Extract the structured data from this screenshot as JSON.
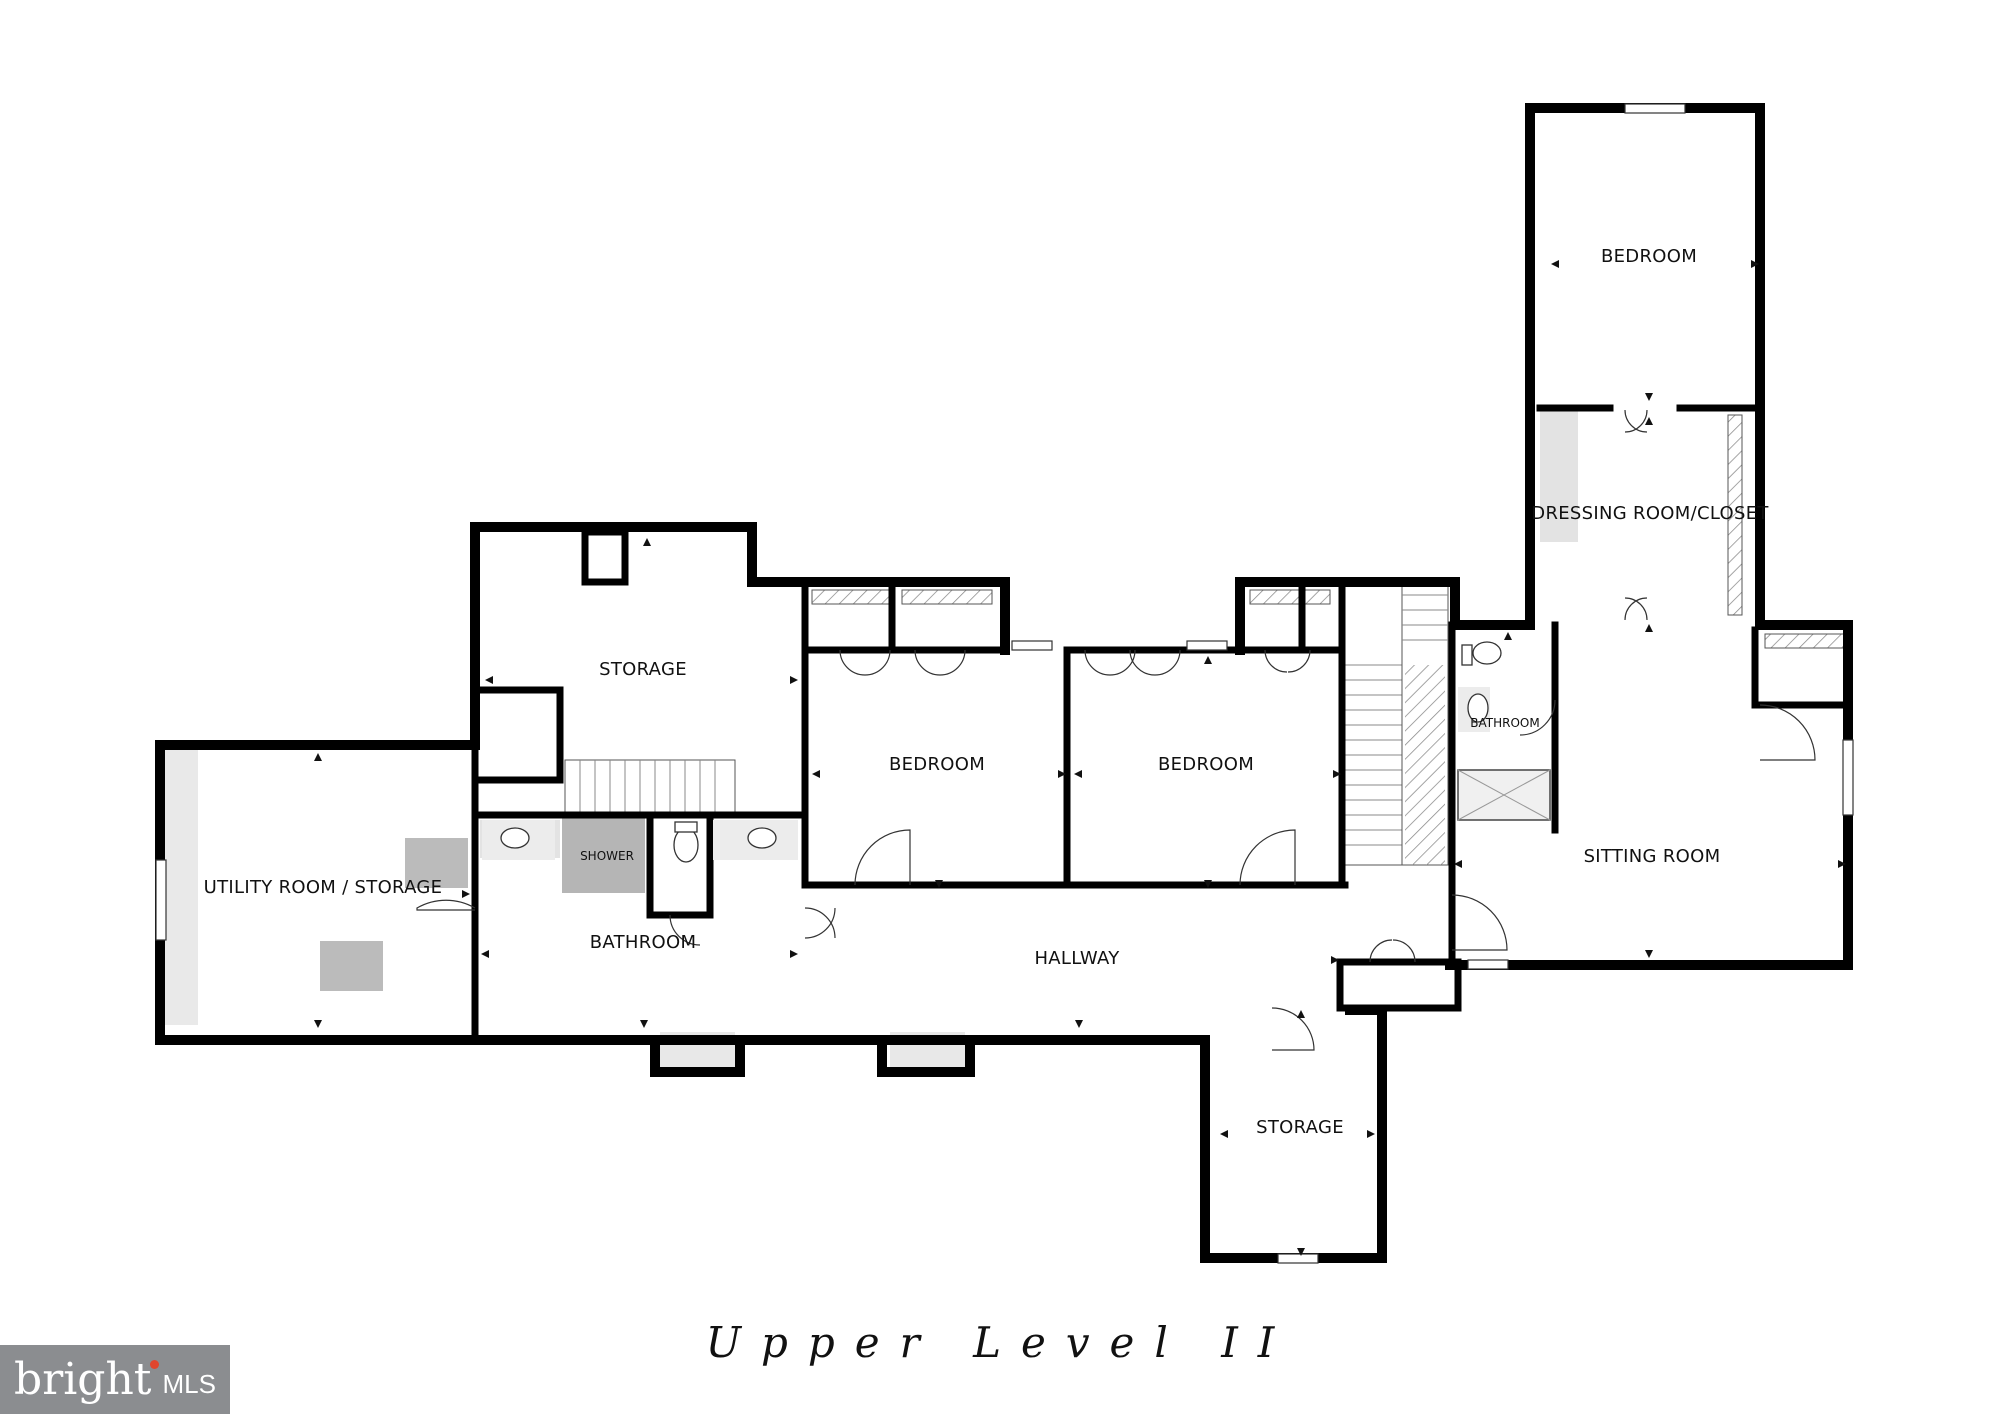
{
  "plan": {
    "title": "Upper Level II",
    "rooms": {
      "bedroom_north": "BEDROOM",
      "dressing_room": "DRESSING ROOM/CLOSET",
      "storage_north": "STORAGE",
      "bedroom_middle_left": "BEDROOM",
      "bedroom_middle_right": "BEDROOM",
      "bathroom_small": "BATHROOM",
      "utility_room": "UTILITY ROOM / STORAGE",
      "bathroom_main": "BATHROOM",
      "shower": "SHOWER",
      "sitting_room": "SITTING ROOM",
      "hallway": "HALLWAY",
      "storage_south": "STORAGE"
    }
  },
  "brand": {
    "word": "bright",
    "suffix": "MLS"
  }
}
